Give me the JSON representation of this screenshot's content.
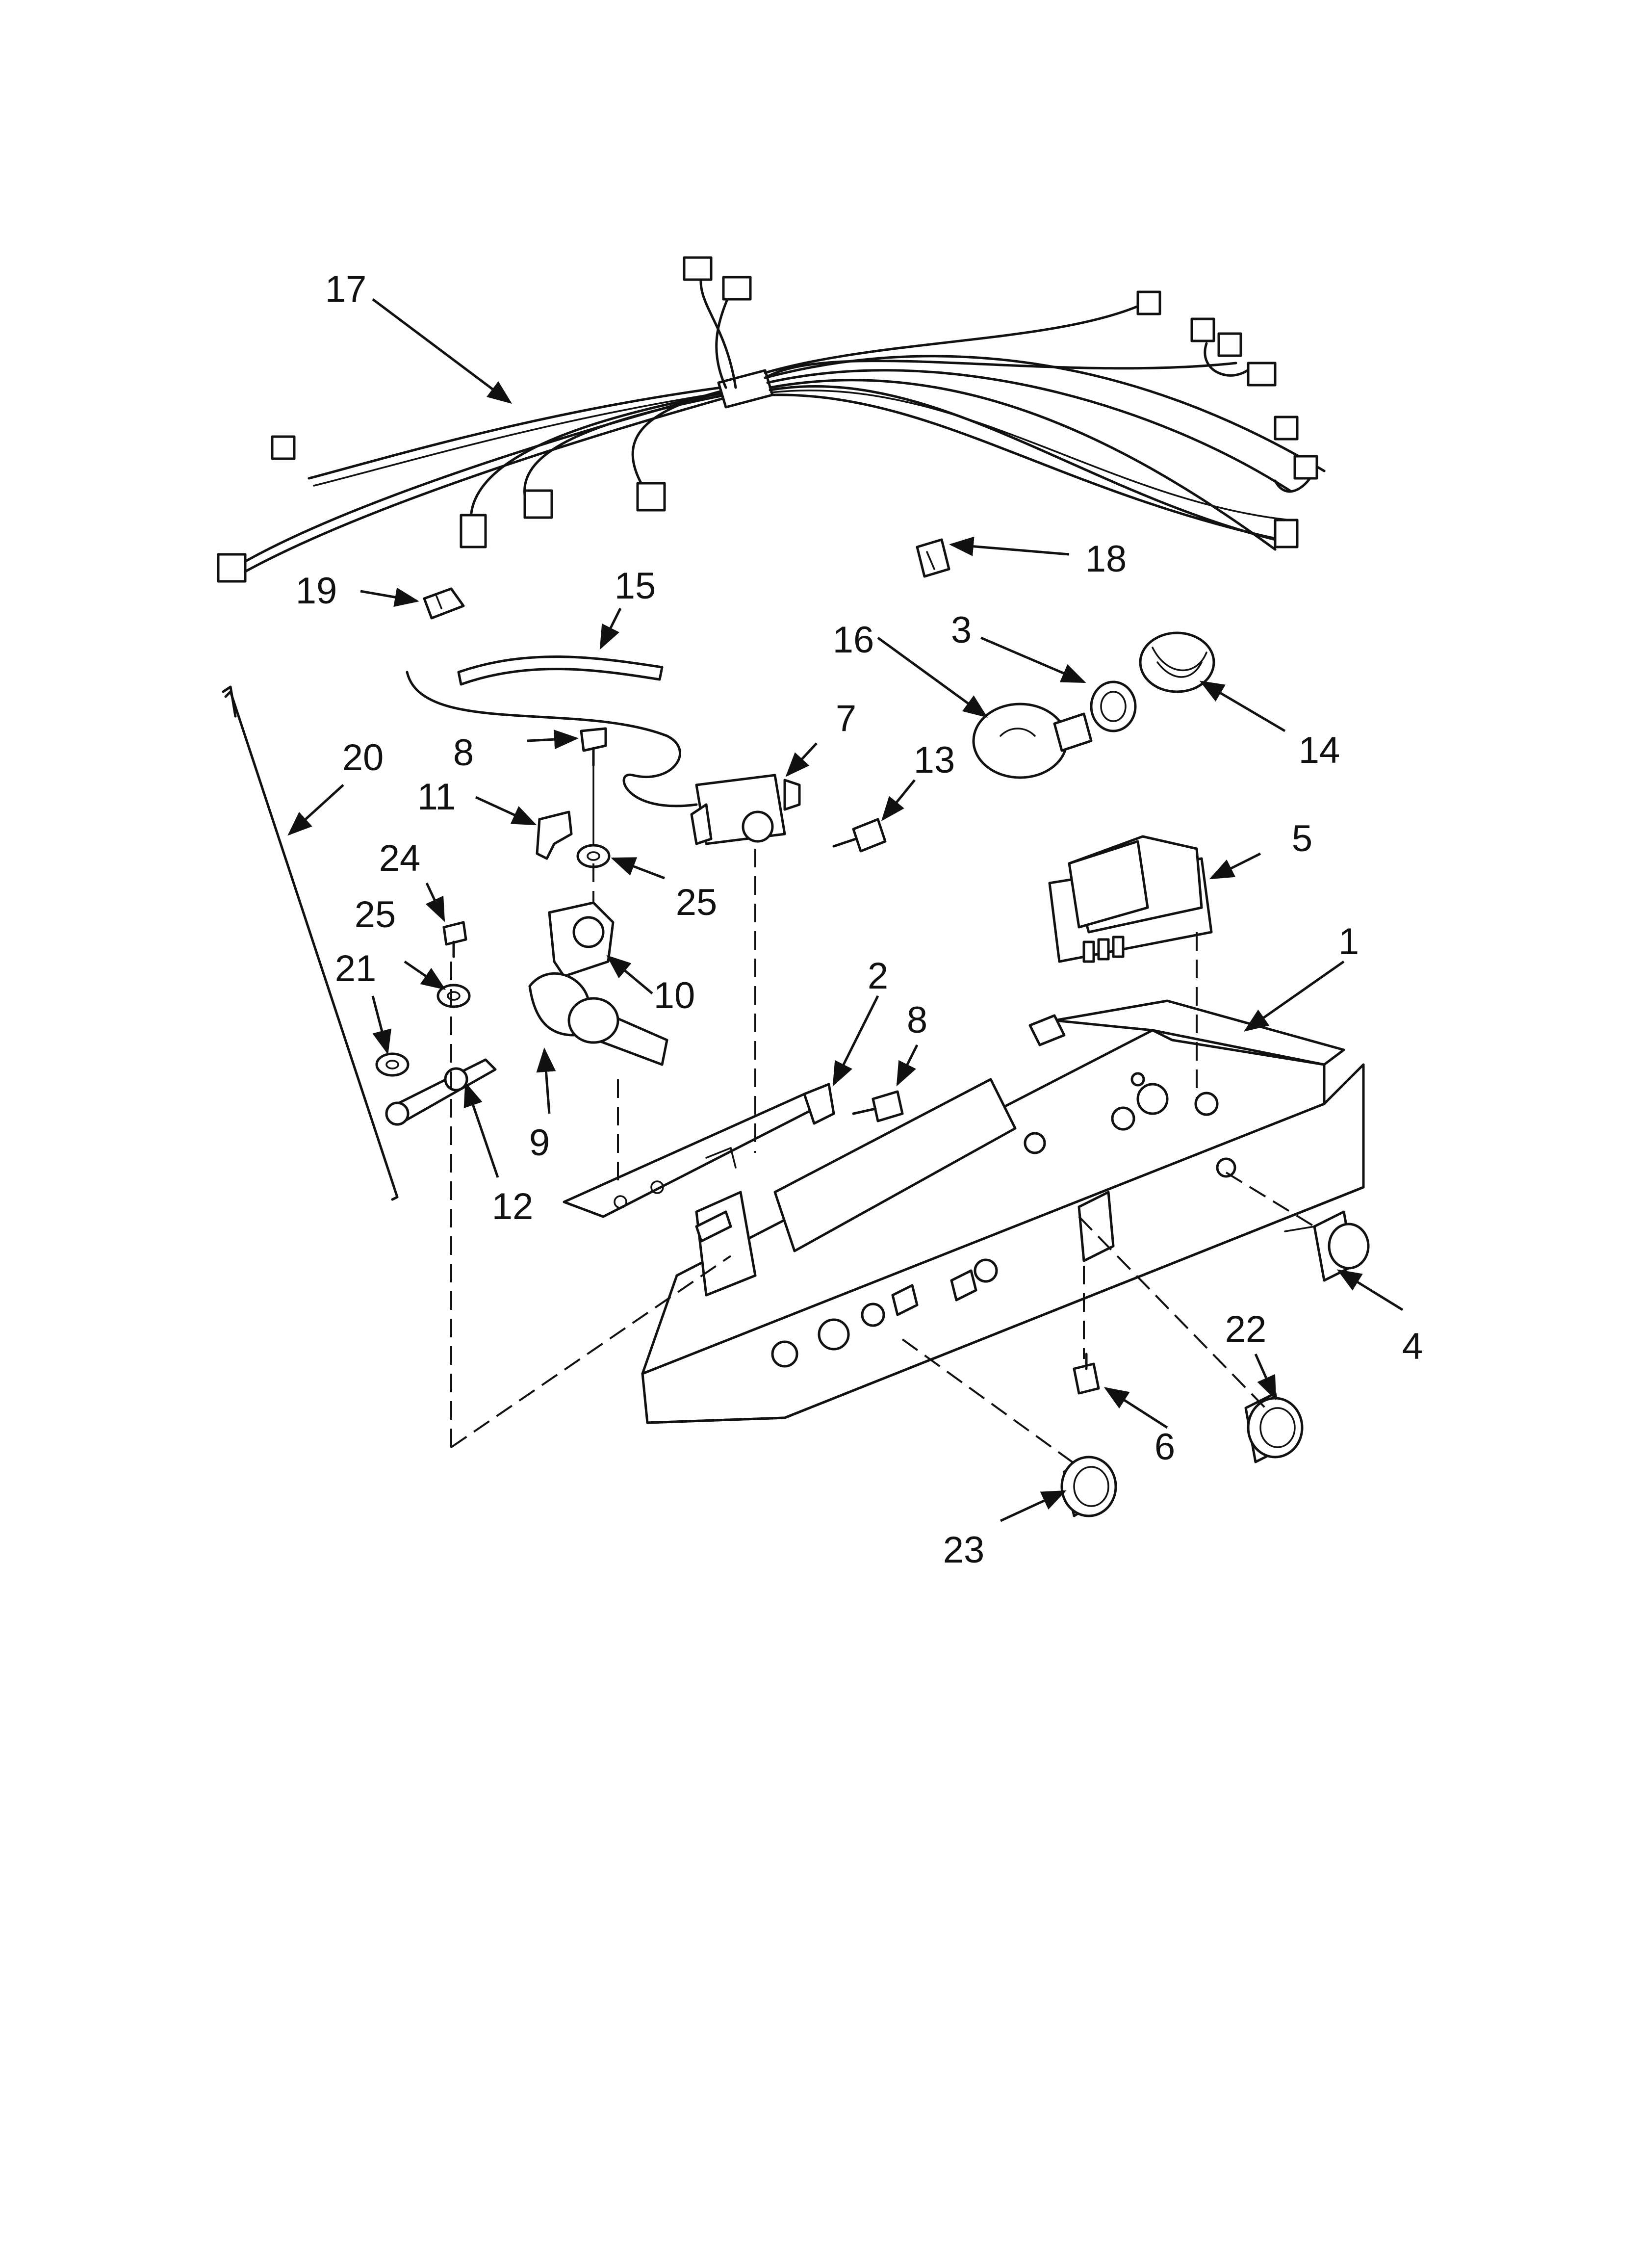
{
  "callouts": {
    "c1": "1",
    "c2": "2",
    "c3": "3",
    "c4": "4",
    "c5": "5",
    "c6": "6",
    "c7": "7",
    "c8a": "8",
    "c8b": "8",
    "c9": "9",
    "c10": "10",
    "c11": "11",
    "c12": "12",
    "c13": "13",
    "c14": "14",
    "c15": "15",
    "c16": "16",
    "c17": "17",
    "c18": "18",
    "c19": "19",
    "c20": "20",
    "c21": "21",
    "c22": "22",
    "c23": "23",
    "c24": "24",
    "c25a": "25",
    "c25b": "25"
  },
  "colors": {
    "line": "#111111",
    "background": "#ffffff"
  }
}
